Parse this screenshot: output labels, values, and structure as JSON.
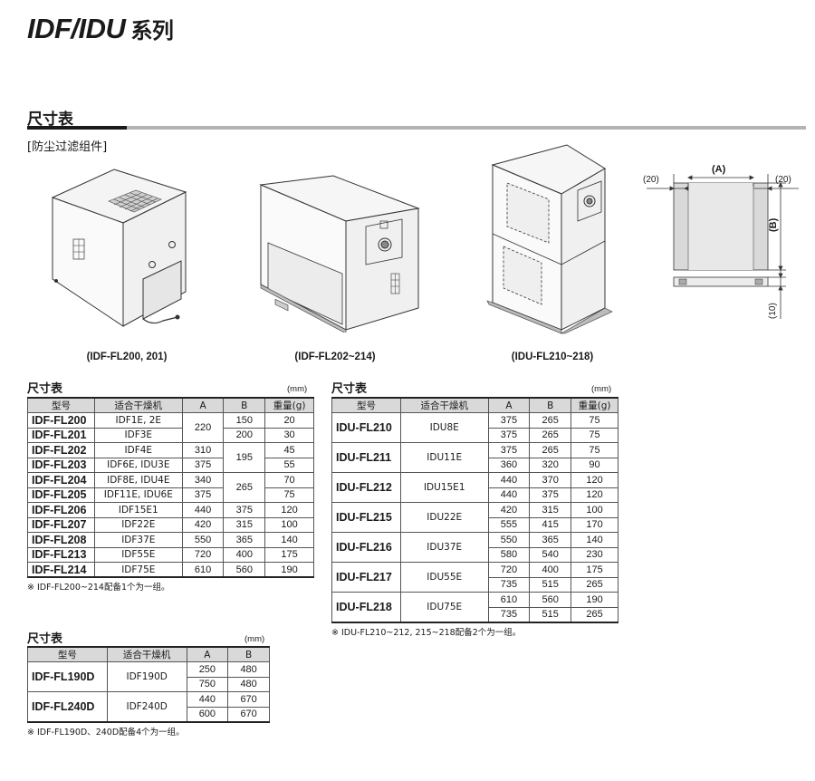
{
  "header": {
    "title": "IDF/IDU",
    "title_suffix": "系列"
  },
  "section": {
    "title": "尺寸表",
    "subheading": "[防尘过滤组件]"
  },
  "figures": {
    "caption_1": "(IDF-FL200, 201)",
    "caption_2": "(IDF-FL202~214)",
    "caption_3": "(IDU-FL210~218)",
    "dim_a": "(A)",
    "dim_b": "(B)",
    "dim_20_left": "(20)",
    "dim_20_right": "(20)",
    "dim_10": "(10)"
  },
  "table1": {
    "title": "尺寸表",
    "unit": "(mm)",
    "headers": [
      "型号",
      "适合干燥机",
      "A",
      "B",
      "重量(g)"
    ],
    "rows": [
      [
        "IDF-FL200",
        "IDF1E, 2E",
        "220",
        "150",
        "20"
      ],
      [
        "IDF-FL201",
        "IDF3E",
        "",
        "200",
        "30"
      ],
      [
        "IDF-FL202",
        "IDF4E",
        "310",
        "195",
        "45"
      ],
      [
        "IDF-FL203",
        "IDF6E, IDU3E",
        "375",
        "",
        "55"
      ],
      [
        "IDF-FL204",
        "IDF8E, IDU4E",
        "340",
        "265",
        "70"
      ],
      [
        "IDF-FL205",
        "IDF11E, IDU6E",
        "375",
        "",
        "75"
      ],
      [
        "IDF-FL206",
        "IDF15E1",
        "440",
        "375",
        "120"
      ],
      [
        "IDF-FL207",
        "IDF22E",
        "420",
        "315",
        "100"
      ],
      [
        "IDF-FL208",
        "IDF37E",
        "550",
        "365",
        "140"
      ],
      [
        "IDF-FL213",
        "IDF55E",
        "720",
        "400",
        "175"
      ],
      [
        "IDF-FL214",
        "IDF75E",
        "610",
        "560",
        "190"
      ]
    ],
    "note": "※ IDF-FL200~214配备1个为一组。"
  },
  "table2": {
    "title": "尺寸表",
    "unit": "(mm)",
    "headers": [
      "型号",
      "适合干燥机",
      "A",
      "B",
      "重量(g)"
    ],
    "groups": [
      {
        "model": "IDU-FL210",
        "dryer": "IDU8E",
        "rows": [
          [
            "375",
            "265",
            "75"
          ],
          [
            "375",
            "265",
            "75"
          ]
        ]
      },
      {
        "model": "IDU-FL211",
        "dryer": "IDU11E",
        "rows": [
          [
            "375",
            "265",
            "75"
          ],
          [
            "360",
            "320",
            "90"
          ]
        ]
      },
      {
        "model": "IDU-FL212",
        "dryer": "IDU15E1",
        "rows": [
          [
            "440",
            "370",
            "120"
          ],
          [
            "440",
            "375",
            "120"
          ]
        ]
      },
      {
        "model": "IDU-FL215",
        "dryer": "IDU22E",
        "rows": [
          [
            "420",
            "315",
            "100"
          ],
          [
            "555",
            "415",
            "170"
          ]
        ]
      },
      {
        "model": "IDU-FL216",
        "dryer": "IDU37E",
        "rows": [
          [
            "550",
            "365",
            "140"
          ],
          [
            "580",
            "540",
            "230"
          ]
        ]
      },
      {
        "model": "IDU-FL217",
        "dryer": "IDU55E",
        "rows": [
          [
            "720",
            "400",
            "175"
          ],
          [
            "735",
            "515",
            "265"
          ]
        ]
      },
      {
        "model": "IDU-FL218",
        "dryer": "IDU75E",
        "rows": [
          [
            "610",
            "560",
            "190"
          ],
          [
            "735",
            "515",
            "265"
          ]
        ]
      }
    ],
    "note": "※ IDU-FL210~212, 215~218配备2个为一组。"
  },
  "table3": {
    "title": "尺寸表",
    "unit": "(mm)",
    "headers": [
      "型号",
      "适合干燥机",
      "A",
      "B"
    ],
    "groups": [
      {
        "model": "IDF-FL190D",
        "dryer": "IDF190D",
        "rows": [
          [
            "250",
            "480"
          ],
          [
            "750",
            "480"
          ]
        ]
      },
      {
        "model": "IDF-FL240D",
        "dryer": "IDF240D",
        "rows": [
          [
            "440",
            "670"
          ],
          [
            "600",
            "670"
          ]
        ]
      }
    ],
    "note": "※ IDF-FL190D、240D配备4个为一组。"
  }
}
